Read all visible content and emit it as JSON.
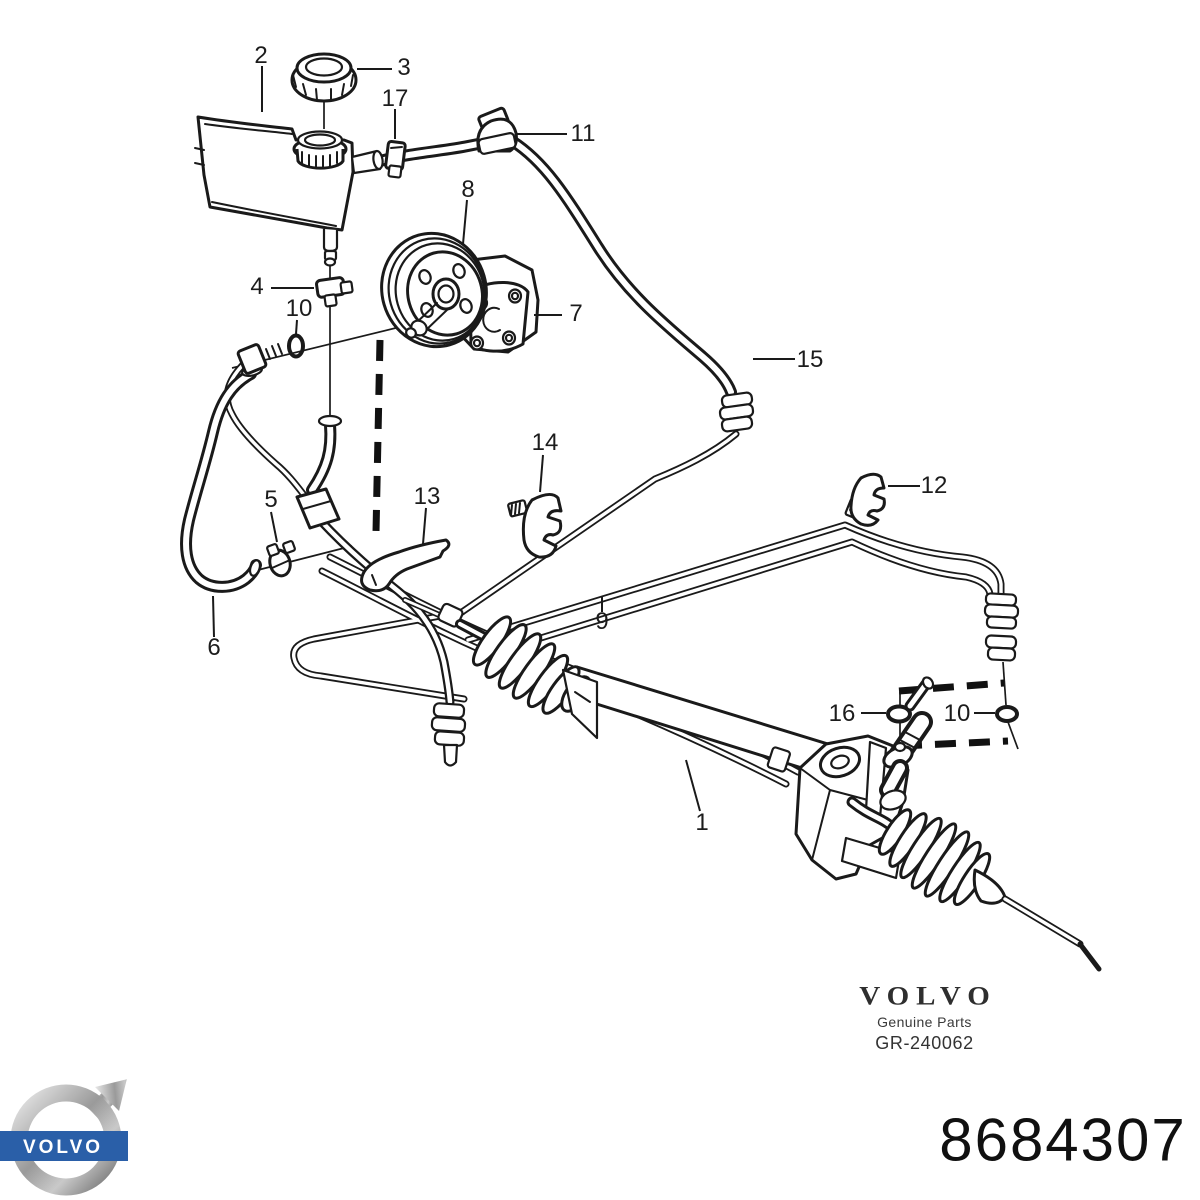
{
  "page": {
    "background": "#ffffff"
  },
  "part_number": "8684307",
  "brand_block": {
    "wordmark": "VOLVO",
    "line1": "Genuine Parts",
    "line2": "GR-240062"
  },
  "logo": {
    "wordmark": "VOLVO"
  },
  "colors": {
    "line": "#1a1a1a",
    "logo_band_blue": "#2a5fa8",
    "logo_metal_light": "#e8e8e8",
    "logo_metal_mid": "#9a9a9a",
    "logo_metal_dark": "#6f6f6f",
    "text": "#1c1c1c"
  },
  "callouts": [
    {
      "label": "1"
    },
    {
      "label": "2"
    },
    {
      "label": "3"
    },
    {
      "label": "4"
    },
    {
      "label": "5"
    },
    {
      "label": "6"
    },
    {
      "label": "7"
    },
    {
      "label": "8"
    },
    {
      "label": "9"
    },
    {
      "label": "10"
    },
    {
      "label": "10"
    },
    {
      "label": "11"
    },
    {
      "label": "12"
    },
    {
      "label": "13"
    },
    {
      "label": "14"
    },
    {
      "label": "15"
    },
    {
      "label": "16"
    },
    {
      "label": "17"
    }
  ]
}
